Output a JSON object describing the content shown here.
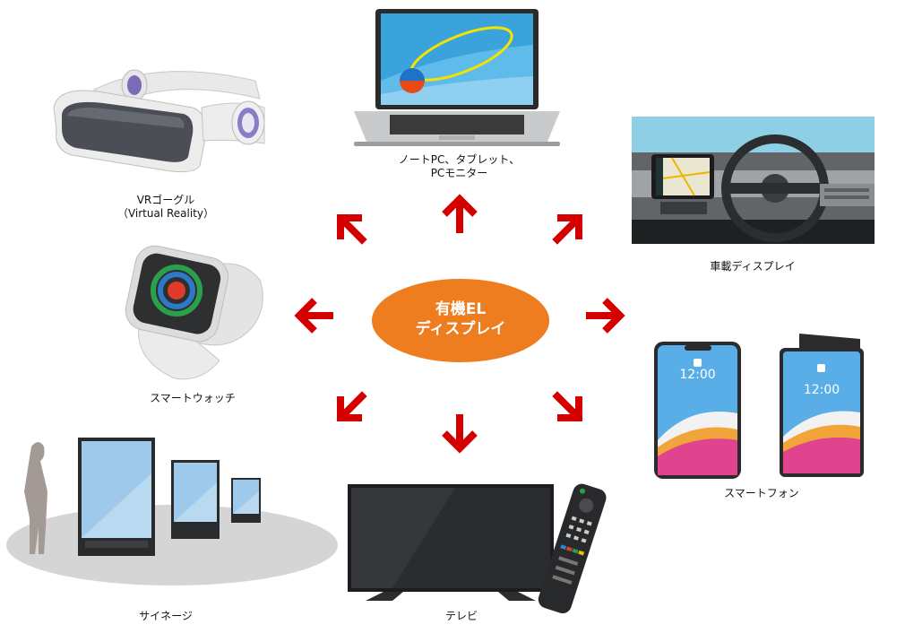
{
  "center": {
    "line1": "有機EL",
    "line2": "ディスプレイ"
  },
  "labels": {
    "vr_line1": "VRゴーグル",
    "vr_line2": "（Virtual Reality）",
    "laptop_line1": "ノートPC、タブレット、",
    "laptop_line2": "PCモニター",
    "car": "車載ディスプレイ",
    "watch": "スマートウォッチ",
    "phone": "スマートフォン",
    "signage": "サイネージ",
    "tv": "テレビ"
  },
  "phone_screen": {
    "time_left": "12:00",
    "time_right": "12:00"
  },
  "colors": {
    "center_fill": "#ee7d20",
    "arrow": "#d40000"
  }
}
